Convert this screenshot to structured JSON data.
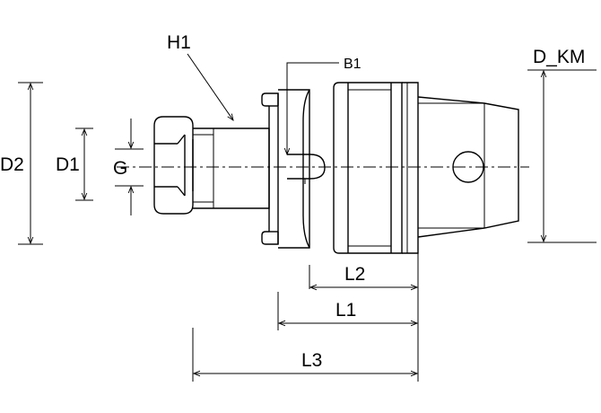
{
  "labels": {
    "h1": "H1",
    "b1": "B1",
    "d_km": "D_KM",
    "d2": "D2",
    "d1": "D1",
    "g": "G",
    "l2": "L2",
    "l1": "L1",
    "l3": "L3"
  }
}
